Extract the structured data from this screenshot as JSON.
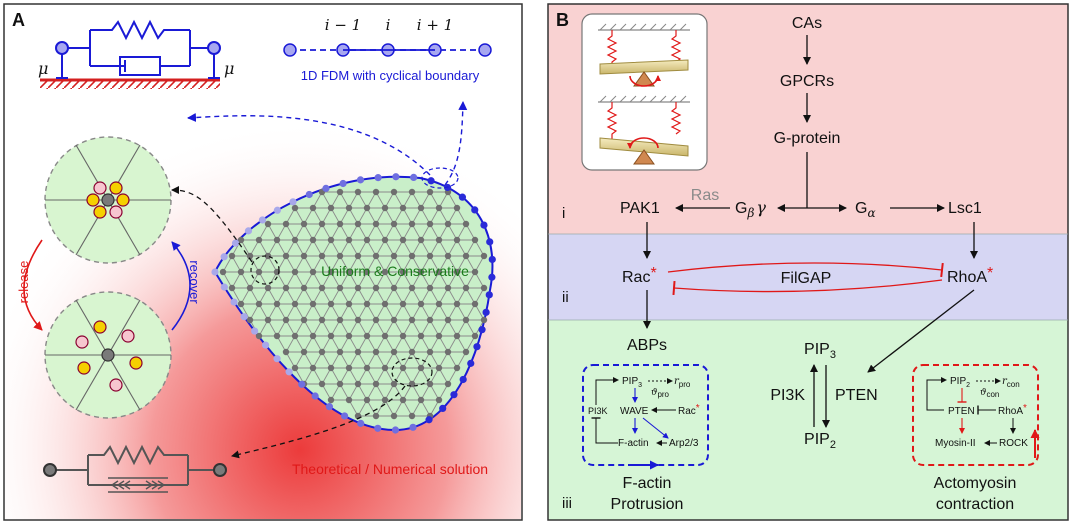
{
  "panel_a": {
    "label": "A",
    "mu_left": "μ",
    "mu_right": "μ",
    "fdm_im1": "i − 1",
    "fdm_i": "i",
    "fdm_ip1": "i + 1",
    "fdm_caption": "1D FDM with cyclical boundary",
    "release_label": "release",
    "recover_label": "recover",
    "mesh_label": "Uniform & Conservative",
    "solution_label": "Theoretical / Numerical solution"
  },
  "panel_b": {
    "label": "B",
    "nodes": {
      "cas": "CAs",
      "gpcrs": "GPCRs",
      "gprotein": "G-protein",
      "pak1": "PAK1",
      "ras": "Ras",
      "gby_base": "G",
      "gby_sub": "β",
      "gby_gamma": "γ",
      "ga_base": "G",
      "ga_sub": "α",
      "lsc1": "Lsc1",
      "rac": "Rac",
      "rhoa": "RhoA",
      "filgap": "FilGAP",
      "abps": "ABPs",
      "pip3_base": "PIP",
      "pip3_sub": "3",
      "pi3k": "PI3K",
      "pten": "PTEN",
      "pip2_base": "PIP",
      "pip2_sub": "2",
      "star": "*"
    },
    "rows": {
      "i": "i",
      "ii": "ii",
      "iii": "iii"
    },
    "row_colors": {
      "i": "#f9d2d2",
      "ii": "#d6d6f3",
      "iii": "#d6f5d6"
    },
    "protrusion_box": {
      "pip3": "PIP",
      "pip3_sub": "3",
      "rpro": "r",
      "rpro_sub": "pro",
      "theta": "ϑ",
      "theta_sub": "pro",
      "pi3k": "PI3K",
      "wave": "WAVE",
      "rac": "Rac",
      "factin": "F-actin",
      "arp": "Arp2/3",
      "caption1": "F-actin",
      "caption2": "Protrusion"
    },
    "contraction_box": {
      "pip2": "PIP",
      "pip2_sub": "2",
      "rcon": "r",
      "rcon_sub": "con",
      "theta": "ϑ",
      "theta_sub": "con",
      "pten": "PTEN",
      "rhoa": "RhoA",
      "myosin": "Myosin-II",
      "rock": "ROCK",
      "caption1": "Actomyosin",
      "caption2": "contraction"
    }
  },
  "colors": {
    "blue": "#1a1ad6",
    "red": "#e01818",
    "green": "#1a7a1a",
    "gray": "#7a7a7a"
  }
}
